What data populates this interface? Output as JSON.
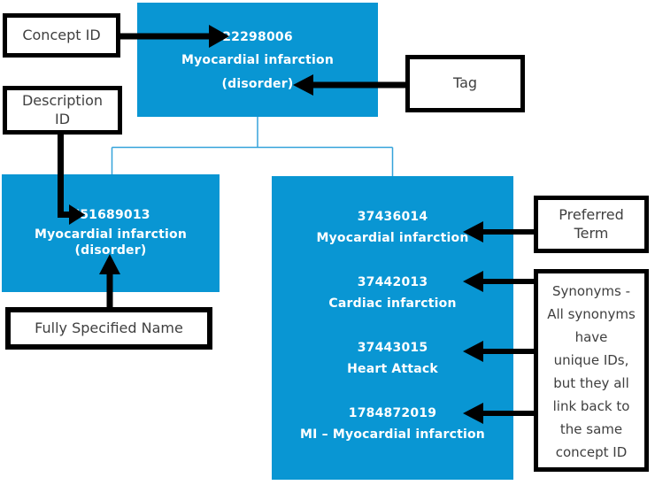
{
  "colors": {
    "box_blue": "#0996d3",
    "connector_blue": "#35a3da",
    "label_text": "#3f3f3f",
    "arrow_black": "#000000",
    "box_text_white": "#ffffff"
  },
  "labels": {
    "concept_id": "Concept ID",
    "description_id": "Description ID",
    "tag": "Tag",
    "fully_specified_name": "Fully Specified Name",
    "preferred_term": "Preferred Term",
    "synonyms_text": "Synonyms - All synonyms have unique IDs, but they all link back to the same concept ID",
    "synonyms_lines": [
      "Synonyms -",
      "All synonyms",
      "have",
      "unique IDs,",
      "but they all",
      "link back to",
      "the same",
      "concept ID"
    ]
  },
  "concept": {
    "id": "22298006",
    "term": "Myocardial infarction",
    "tag": "(disorder)"
  },
  "fully_specified_name": {
    "id": "751689013",
    "term": "Myocardial infarction",
    "tag": "(disorder)"
  },
  "descriptions": [
    {
      "id": "37436014",
      "term": "Myocardial infarction"
    },
    {
      "id": "37442013",
      "term": "Cardiac infarction"
    },
    {
      "id": "37443015",
      "term": "Heart Attack"
    },
    {
      "id": "1784872019",
      "term": "MI – Myocardial infarction"
    }
  ]
}
